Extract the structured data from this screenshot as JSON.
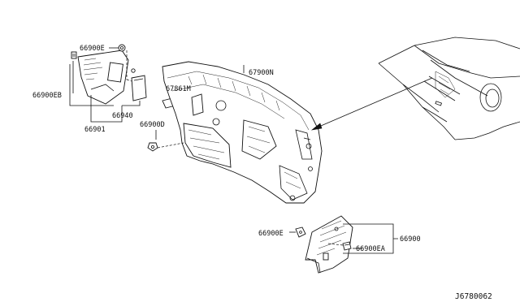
{
  "labels": {
    "p66900E_top": "66900E",
    "p66900EB": "66900EB",
    "p66940": "66940",
    "p66901": "66901",
    "p67861M": "67861M",
    "p67900N": "67900N",
    "p66900D": "66900D",
    "p66900E_bottom": "66900E",
    "p66900": "66900",
    "p66900EA": "66900EA"
  },
  "reference": "J6780062"
}
